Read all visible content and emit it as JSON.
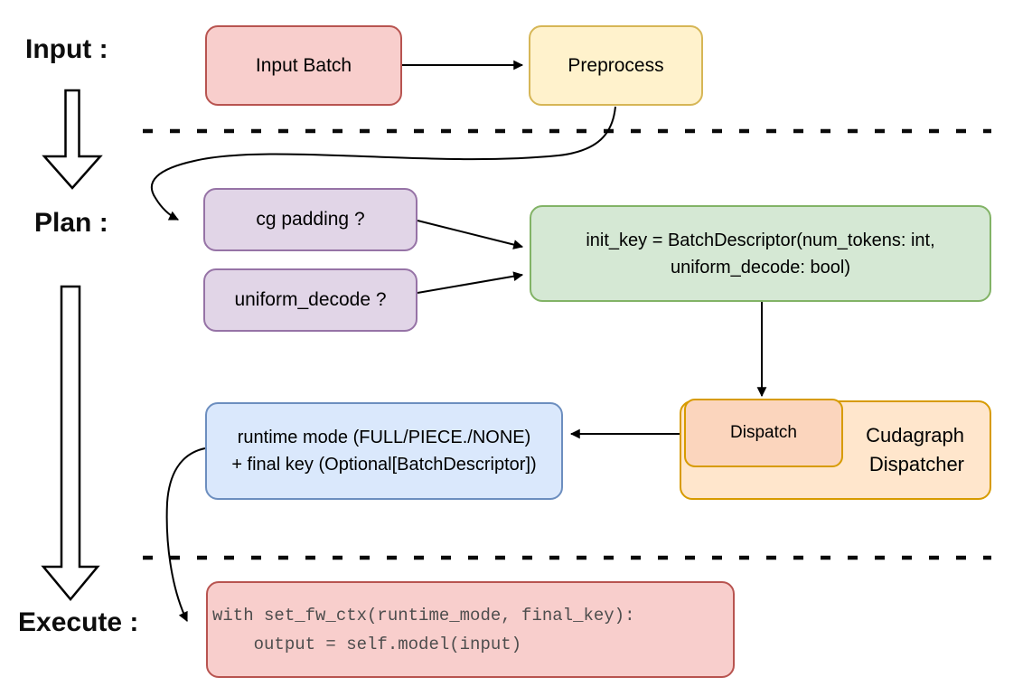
{
  "labels": {
    "input": "Input :",
    "plan": "Plan :",
    "execute": "Execute :"
  },
  "nodes": {
    "input_batch": {
      "label": "Input Batch"
    },
    "preprocess": {
      "label": "Preprocess"
    },
    "cg_padding": {
      "label": "cg padding ?"
    },
    "uniform_decode": {
      "label": "uniform_decode ?"
    },
    "init_key": {
      "line1": "init_key = BatchDescriptor(num_tokens: int,",
      "line2": "uniform_decode: bool)"
    },
    "dispatch": {
      "label": "Dispatch"
    },
    "cudagraph_dispatcher": {
      "line1": "Cudagraph",
      "line2": "Dispatcher"
    },
    "runtime": {
      "line1": "runtime mode (FULL/PIECE./NONE)",
      "line2": "+ final key (Optional[BatchDescriptor])"
    },
    "execute_code": {
      "line1": "with set_fw_ctx(runtime_mode, final_key):",
      "line2": "    output = self.model(input)"
    }
  },
  "colors": {
    "red_fill": "#f8cecc",
    "red_stroke": "#b85450",
    "yellow_fill": "#fff2cc",
    "yellow_stroke": "#d6b656",
    "purple_fill": "#e1d5e7",
    "purple_stroke": "#9673a6",
    "green_fill": "#d5e8d4",
    "green_stroke": "#82b366",
    "blue_fill": "#dae8fc",
    "blue_stroke": "#6c8ebf",
    "orange_fill": "#ffe6cc",
    "orange_stroke": "#d79b00",
    "salmon_fill": "#fbd5bd",
    "connector": "#000000",
    "code_text": "#4d4d4d"
  }
}
